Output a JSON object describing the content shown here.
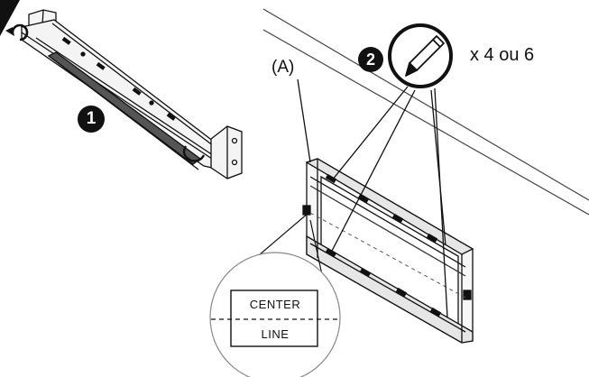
{
  "diagram": {
    "steps": [
      "1",
      "2"
    ],
    "part_label": "(A)",
    "quantity_text": "x 4 ou 6",
    "detail": {
      "line1": "CENTER",
      "line2": "LINE"
    },
    "icons": [
      "rotate-arrow-icon",
      "pencil-icon"
    ]
  }
}
